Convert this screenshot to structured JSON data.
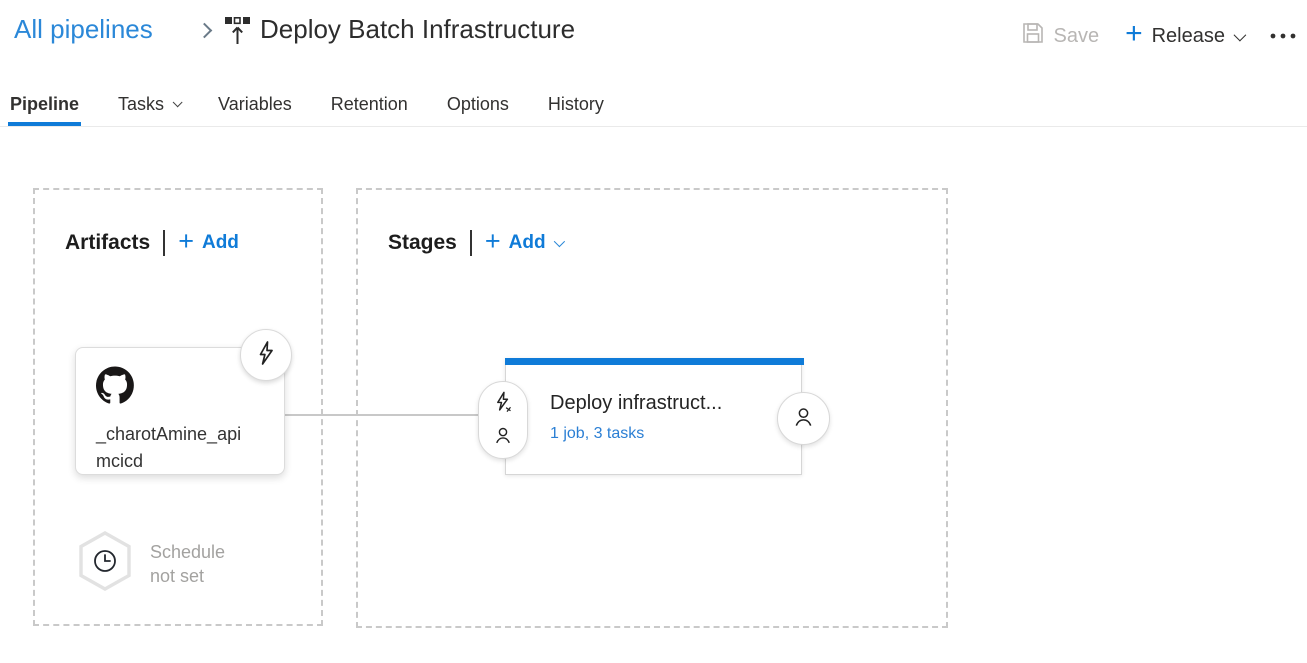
{
  "header": {
    "breadcrumb": "All pipelines",
    "title": "Deploy Batch Infrastructure",
    "save_label": "Save",
    "release_label": "Release"
  },
  "tabs": [
    {
      "label": "Pipeline",
      "active": true
    },
    {
      "label": "Tasks",
      "active": false,
      "has_dropdown": true
    },
    {
      "label": "Variables",
      "active": false
    },
    {
      "label": "Retention",
      "active": false
    },
    {
      "label": "Options",
      "active": false
    },
    {
      "label": "History",
      "active": false
    }
  ],
  "artifacts": {
    "title": "Artifacts",
    "add_label": "Add",
    "card": {
      "source_lines": [
        "_charotAmine_api",
        "mcicd"
      ],
      "source_type": "github"
    },
    "schedule": {
      "line1": "Schedule",
      "line2": "not set"
    }
  },
  "stages": {
    "title": "Stages",
    "add_label": "Add",
    "card": {
      "title": "Deploy infrastruct...",
      "summary_link": "1 job, 3 tasks"
    }
  },
  "colors": {
    "accent": "#0f7bd8",
    "breadcrumb_link": "#2b88d8",
    "text": "#323130",
    "disabled": "#b8b6b4",
    "muted": "#a3a2a0",
    "dashed_border": "#c9c9c9"
  }
}
